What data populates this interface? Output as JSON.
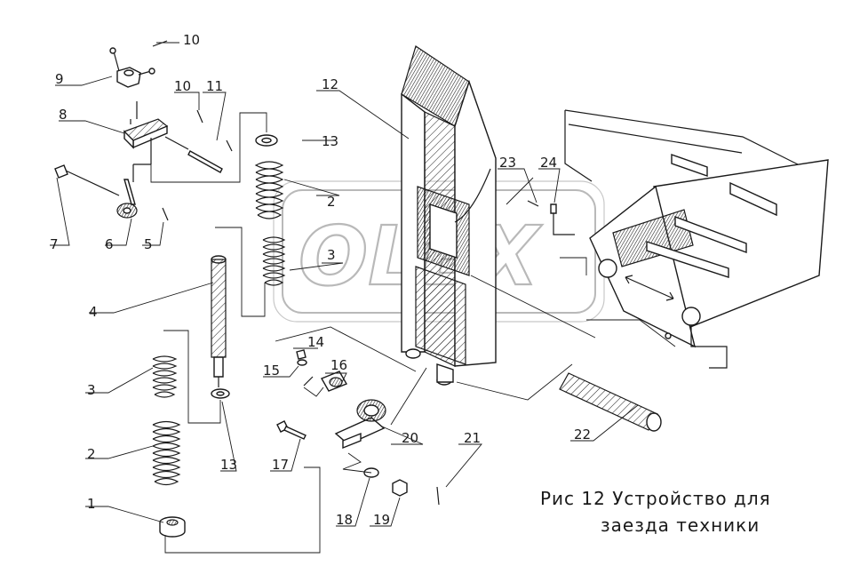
{
  "watermark": "OLEX",
  "caption": {
    "line1": "Рис 12 Устройство для",
    "line2": "заезда техники"
  },
  "callouts": {
    "c1": "1",
    "c2a": "2",
    "c2b": "2",
    "c3a": "3",
    "c3b": "3",
    "c4": "4",
    "c5": "5",
    "c6": "6",
    "c7": "7",
    "c8": "8",
    "c9": "9",
    "c10a": "10",
    "c10b": "10",
    "c11": "11",
    "c12": "12",
    "c13a": "13",
    "c13b": "13",
    "c14": "14",
    "c15": "15",
    "c16": "16",
    "c17": "17",
    "c18": "18",
    "c19": "19",
    "c20": "20",
    "c21": "21",
    "c22": "22",
    "c23": "23",
    "c24": "24"
  },
  "colors": {
    "ink": "#1a1a1a",
    "watermark": "#b9b9b9",
    "paper": "#ffffff"
  }
}
